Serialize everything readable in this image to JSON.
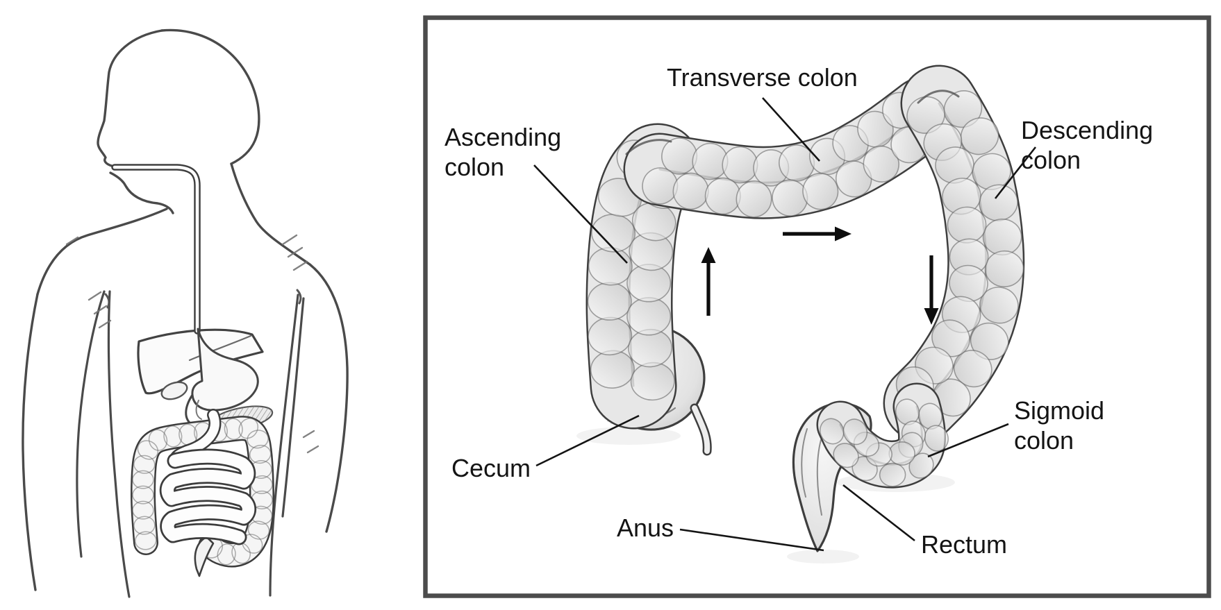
{
  "diagram": {
    "subject": "Large intestine anatomy",
    "colors": {
      "panel_border": "#4c4c4c",
      "text": "#141414",
      "ink": "#3e3e3e"
    },
    "left_panel": {
      "description": "Pencil sketch of a child in profile showing the digestive tract from mouth to rectum"
    },
    "labels": [
      {
        "id": "transverse-colon",
        "text": "Transverse colon"
      },
      {
        "id": "ascending-colon",
        "text": "Ascending\ncolon"
      },
      {
        "id": "descending-colon",
        "text": "Descending\ncolon"
      },
      {
        "id": "cecum",
        "text": "Cecum"
      },
      {
        "id": "anus",
        "text": "Anus"
      },
      {
        "id": "sigmoid-colon",
        "text": "Sigmoid\ncolon"
      },
      {
        "id": "rectum",
        "text": "Rectum"
      }
    ],
    "flow_arrows": [
      {
        "name": "ascending-flow-up-arrow",
        "direction": "up"
      },
      {
        "name": "transverse-flow-right-arrow",
        "direction": "right"
      },
      {
        "name": "descending-flow-down-arrow",
        "direction": "down"
      }
    ]
  }
}
